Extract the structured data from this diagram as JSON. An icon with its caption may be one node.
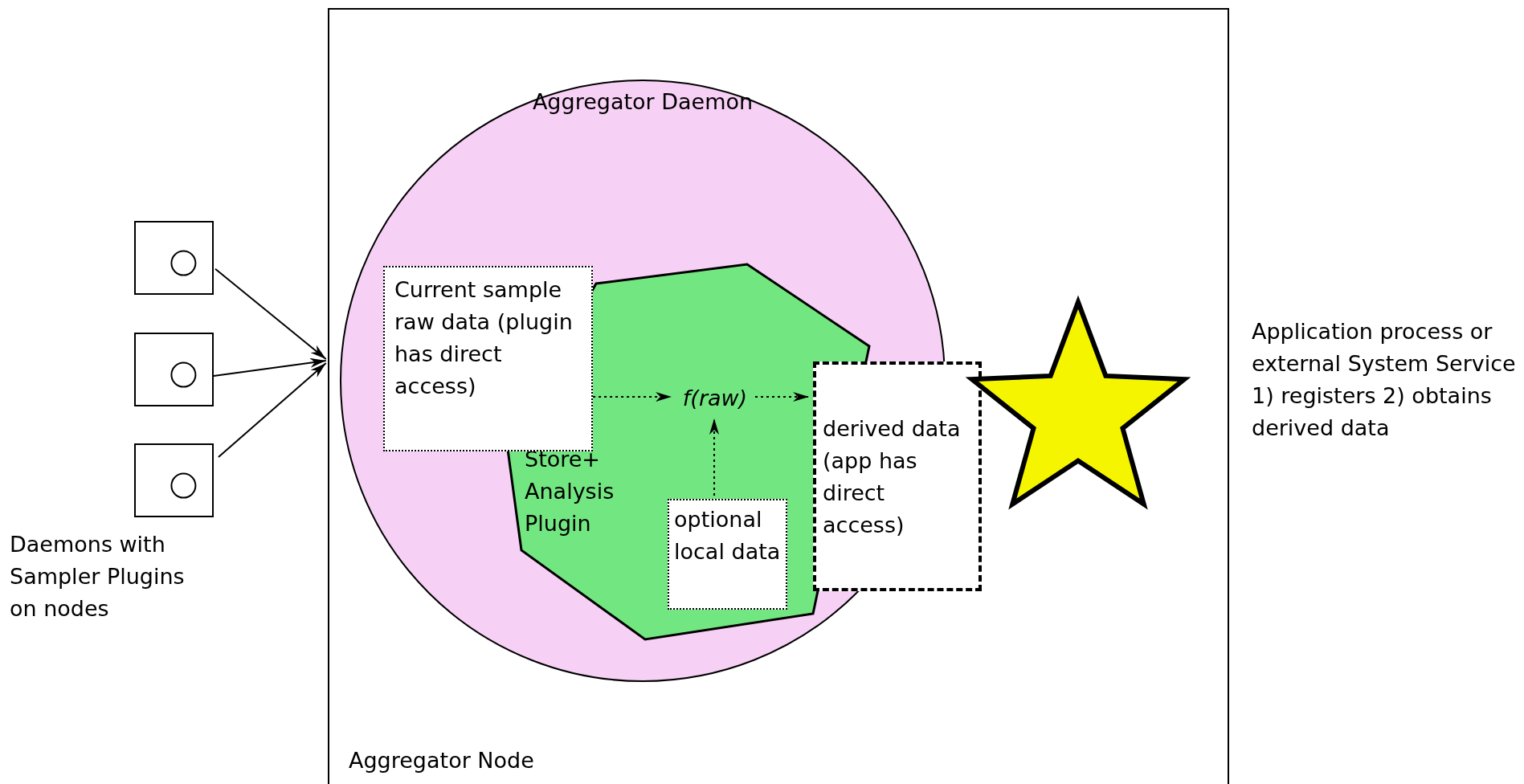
{
  "diagram": {
    "nodes": [
      {
        "text": [],
        "shape": "box"
      },
      {
        "text": [],
        "shape": "box"
      },
      {
        "text": [],
        "shape": "box"
      },
      {
        "text": [
          "Aggregator Node"
        ]
      },
      {
        "text": [
          "Aggregator Daemon"
        ],
        "in": 3
      },
      {
        "text": [
          "Store+ Analysis Plugin"
        ],
        "in": 4
      },
      {
        "text": [
          "Current sample raw data (plugin has direct access)"
        ],
        "in": 4
      },
      {
        "text": [
          "f(raw)"
        ],
        "in": 5
      },
      {
        "text": [
          "optional local data"
        ],
        "in": 5
      },
      {
        "text": [
          "derived data (app has direct access)"
        ],
        "in": 3
      },
      {
        "text": [],
        "shape": "star",
        "in": 3,
        "beside": [
          "Application process or external System Service 1) registers 2) obtains derived data"
        ]
      }
    ],
    "edges": [
      {
        "from": 0,
        "to": 3,
        "arrow": "to"
      },
      {
        "from": 1,
        "to": 3,
        "arrow": "to"
      },
      {
        "from": 2,
        "to": 3,
        "arrow": "to"
      },
      {
        "from": 6,
        "to": 7,
        "arrow": "to",
        "style": "dashed"
      },
      {
        "from": 7,
        "to": 9,
        "arrow": "to",
        "style": "dashed"
      },
      {
        "from": 8,
        "to": 7,
        "arrow": "to",
        "style": "dashed"
      }
    ],
    "labels": [
      "Daemons with Sampler Plugins on nodes"
    ]
  }
}
